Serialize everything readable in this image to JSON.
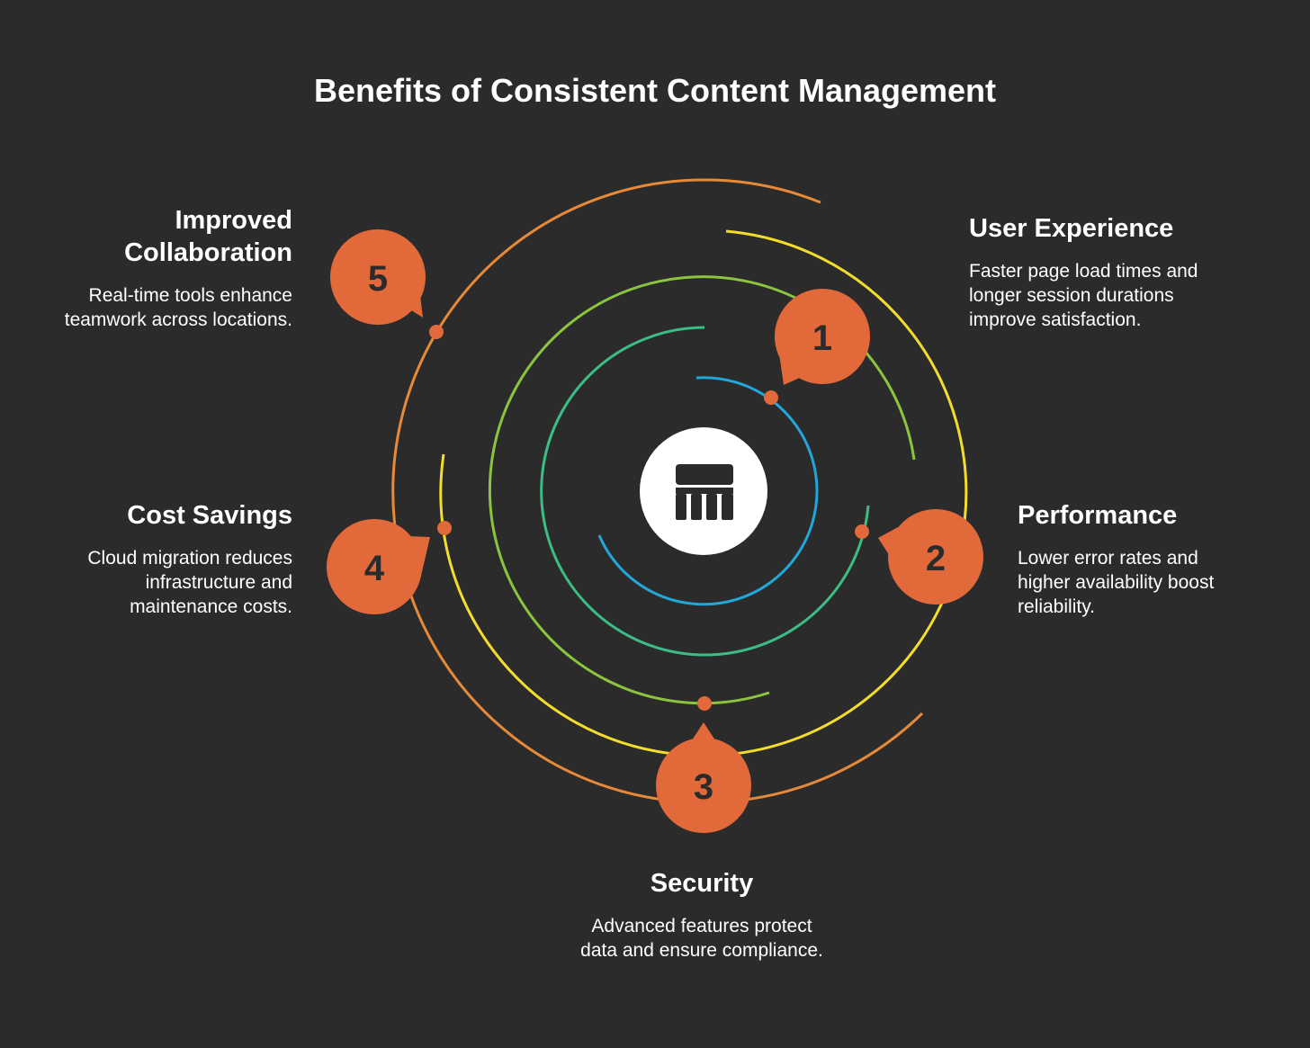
{
  "title": "Benefits of Consistent Content Management",
  "center_icon": "building-columns-icon",
  "colors": {
    "background": "#2b2b2b",
    "badge": "#e2693a",
    "ring_blue": "#22a7d8",
    "ring_teal": "#3cbd86",
    "ring_lime": "#8cc43f",
    "ring_yellow": "#f2dc2c",
    "ring_orange": "#e68a3a"
  },
  "items": [
    {
      "number": "1",
      "title": "User Experience",
      "description": "Faster page load times and longer session durations improve satisfaction."
    },
    {
      "number": "2",
      "title": "Performance",
      "description": "Lower error rates and higher availability boost reliability."
    },
    {
      "number": "3",
      "title": "Security",
      "description": "Advanced features protect data and ensure compliance."
    },
    {
      "number": "4",
      "title": "Cost Savings",
      "description": "Cloud migration reduces infrastructure and maintenance costs."
    },
    {
      "number": "5",
      "title": "Improved Collaboration",
      "description": "Real-time tools enhance teamwork across locations."
    }
  ]
}
